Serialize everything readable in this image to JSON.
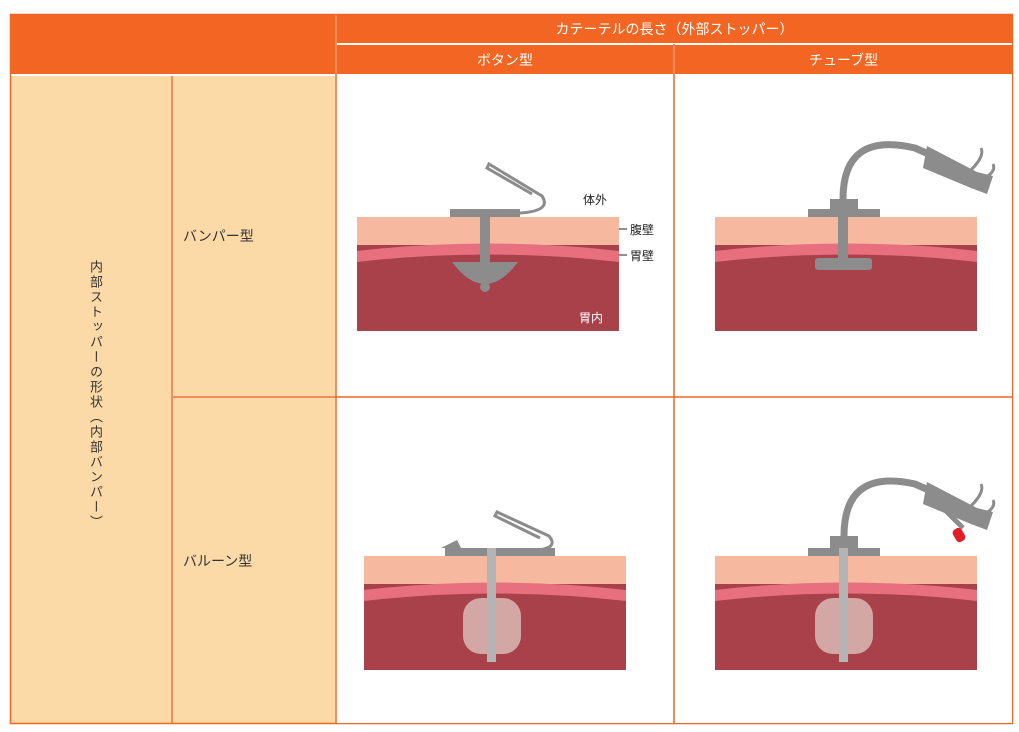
{
  "header": {
    "top_title": "カテーテルの長さ（外部ストッパー）",
    "col_button": "ボタン型",
    "col_tube": "チューブ型"
  },
  "rows": {
    "side_title": "内部ストッパーの形状（内部バンパー）",
    "bumper": "バンパー型",
    "balloon": "バルーン型"
  },
  "labels": {
    "outside": "体外",
    "abdominal_wall": "腹壁",
    "gastric_wall": "胃壁",
    "stomach_inside": "胃内"
  },
  "colors": {
    "orange": "#f26522",
    "peach": "#fcdaa8",
    "skin": "#f6b89e",
    "stomach_wall": "#e8707e",
    "stomach_inside": "#a8414a",
    "device": "#8c8c8c",
    "balloon": "#d7b3ad",
    "red_tip": "#e21e26"
  }
}
